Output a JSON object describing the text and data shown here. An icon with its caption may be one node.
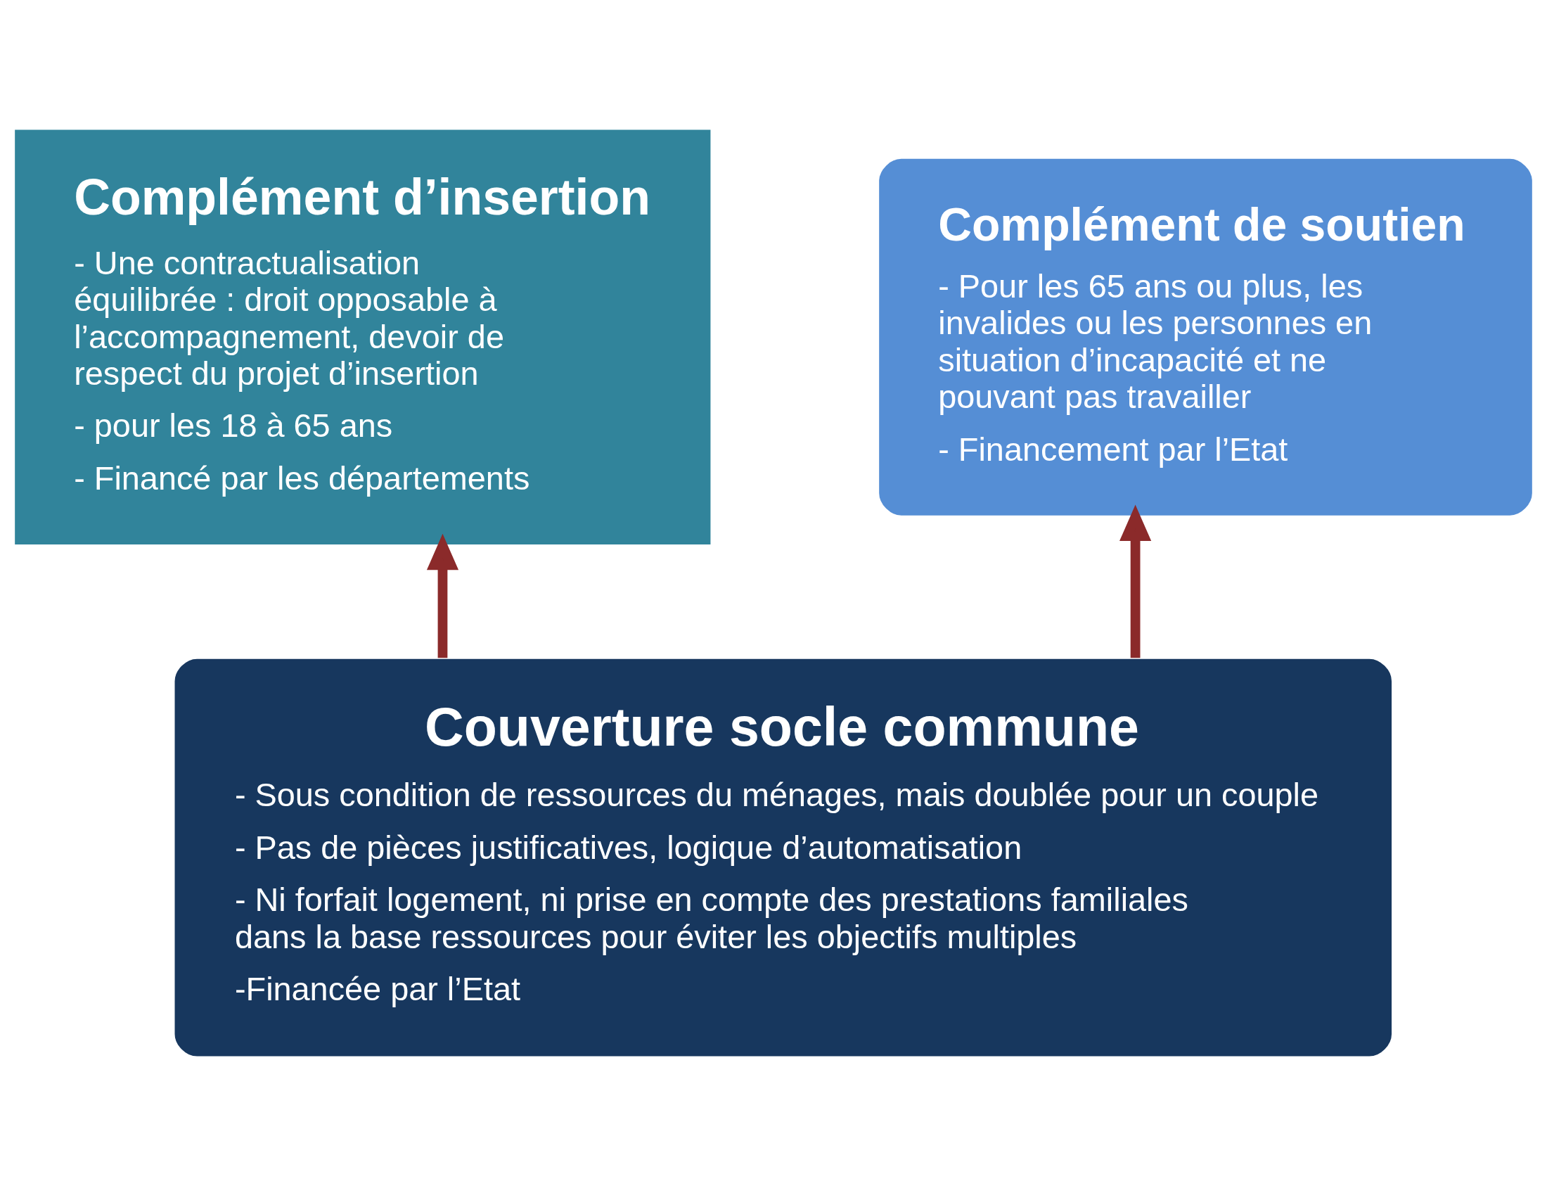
{
  "diagram": {
    "nodes": [
      {
        "text": [
          "Complément d’insertion",
          "- Une contractualisation équilibrée : droit opposable à l’accompagnement, devoir de respect du projet d’insertion",
          "- pour les 18 à 65 ans",
          "- Financé par les départements"
        ]
      },
      {
        "text": [
          "Complément de soutien",
          "- Pour les 65 ans ou plus, les invalides ou les personnes en situation d’incapacité et ne pouvant pas travailler",
          "- Financement par l’Etat"
        ]
      },
      {
        "text": [
          "Couverture socle commune",
          "- Sous condition de ressources du ménages, mais doublée pour un couple",
          "- Pas de pièces justificatives, logique d’automatisation",
          "- Ni forfait logement, ni prise en compte des prestations familiales dans la base ressources pour éviter les objectifs multiples",
          "-Financée par l’Etat"
        ]
      }
    ],
    "edges": [
      {
        "from": 2,
        "to": 0,
        "arrow": "to"
      },
      {
        "from": 2,
        "to": 1,
        "arrow": "to"
      }
    ]
  }
}
